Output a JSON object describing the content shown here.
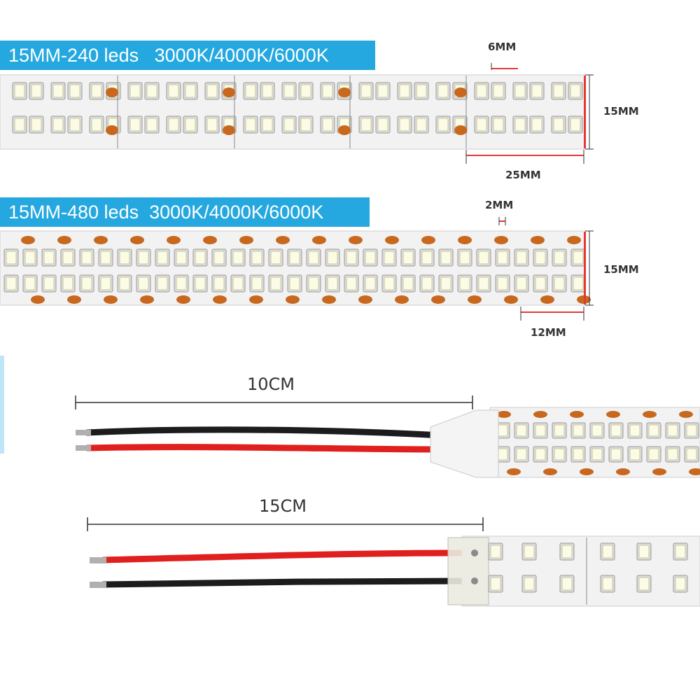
{
  "strip_240": {
    "banner": "15MM-240 leds   3000K/4000K/6000K",
    "gap_label": "6MM",
    "width_label": "15MM",
    "cut_label": "25MM"
  },
  "strip_480": {
    "banner": "15MM-480 leds  3000K/4000K/6000K",
    "gap_label": "2MM",
    "width_label": "15MM",
    "cut_label": "12MM"
  },
  "cable_10": {
    "length_label": "10CM"
  },
  "cable_15": {
    "length_label": "15CM"
  },
  "colors": {
    "banner": "#25a8df",
    "pcb": "#f2f2f2",
    "resistor_pad": "#c8681e",
    "dimension_red": "#e53935",
    "wire_red": "#e0201e",
    "wire_black": "#1c1c1c"
  }
}
